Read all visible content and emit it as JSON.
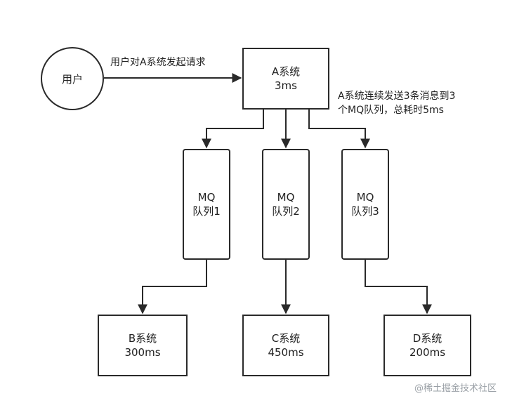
{
  "user": {
    "label": "用户"
  },
  "edge_user_a": {
    "label": "用户对A系统发起请求"
  },
  "system_a": {
    "name": "A系统",
    "time": "3ms"
  },
  "note": {
    "line1": "A系统连续发送3条消息到3",
    "line2": "个MQ队列，总耗时5ms"
  },
  "queues": [
    {
      "line1": "MQ",
      "line2": "队列1"
    },
    {
      "line1": "MQ",
      "line2": "队列2"
    },
    {
      "line1": "MQ",
      "line2": "队列3"
    }
  ],
  "consumers": [
    {
      "name": "B系统",
      "time": "300ms"
    },
    {
      "name": "C系统",
      "time": "450ms"
    },
    {
      "name": "D系统",
      "time": "200ms"
    }
  ],
  "watermark": "@稀土掘金技术社区"
}
